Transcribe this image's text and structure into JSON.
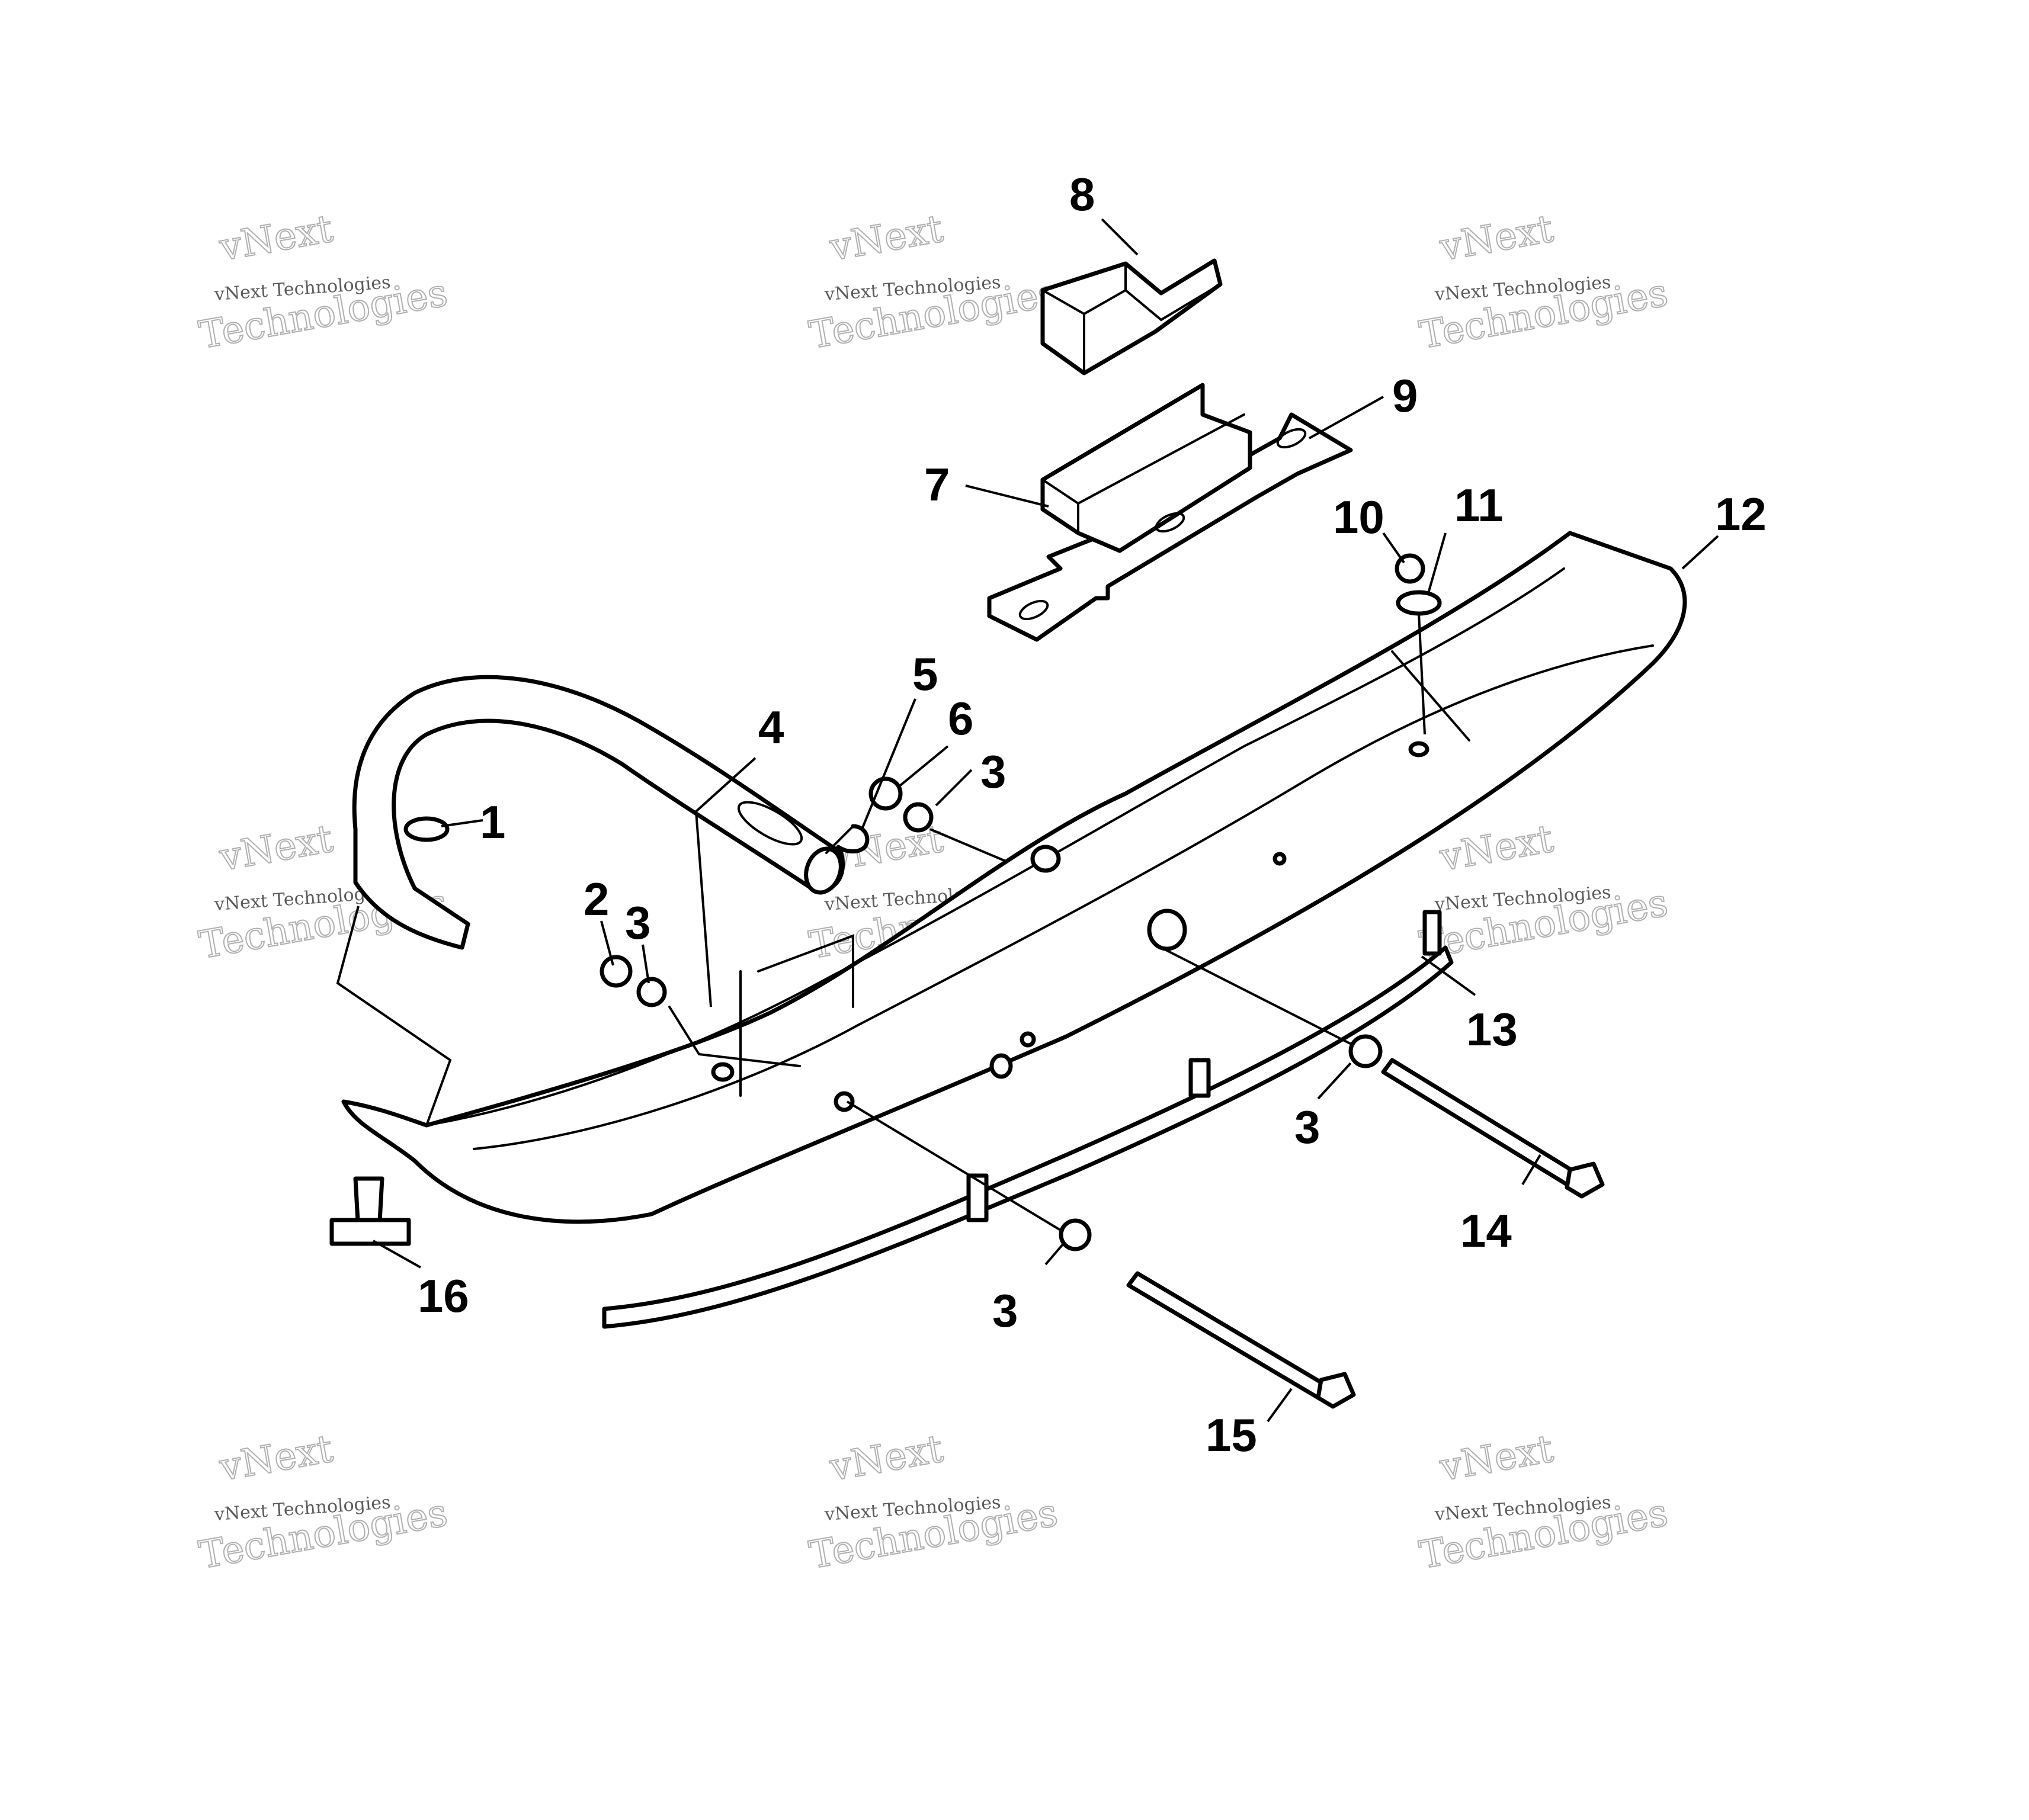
{
  "watermark": {
    "line_small": "vNext Technologies",
    "line_top": "vNext",
    "line_bottom": "Technologies"
  },
  "callouts": [
    {
      "id": "c1",
      "label": "1"
    },
    {
      "id": "c2",
      "label": "2"
    },
    {
      "id": "c3a",
      "label": "3"
    },
    {
      "id": "c3b",
      "label": "3"
    },
    {
      "id": "c3c",
      "label": "3"
    },
    {
      "id": "c3d",
      "label": "3"
    },
    {
      "id": "c4",
      "label": "4"
    },
    {
      "id": "c5",
      "label": "5"
    },
    {
      "id": "c6",
      "label": "6"
    },
    {
      "id": "c7",
      "label": "7"
    },
    {
      "id": "c8",
      "label": "8"
    },
    {
      "id": "c9",
      "label": "9"
    },
    {
      "id": "c10",
      "label": "10"
    },
    {
      "id": "c11",
      "label": "11"
    },
    {
      "id": "c12",
      "label": "12"
    },
    {
      "id": "c13",
      "label": "13"
    },
    {
      "id": "c14",
      "label": "14"
    },
    {
      "id": "c15",
      "label": "15"
    },
    {
      "id": "c16",
      "label": "16"
    }
  ]
}
